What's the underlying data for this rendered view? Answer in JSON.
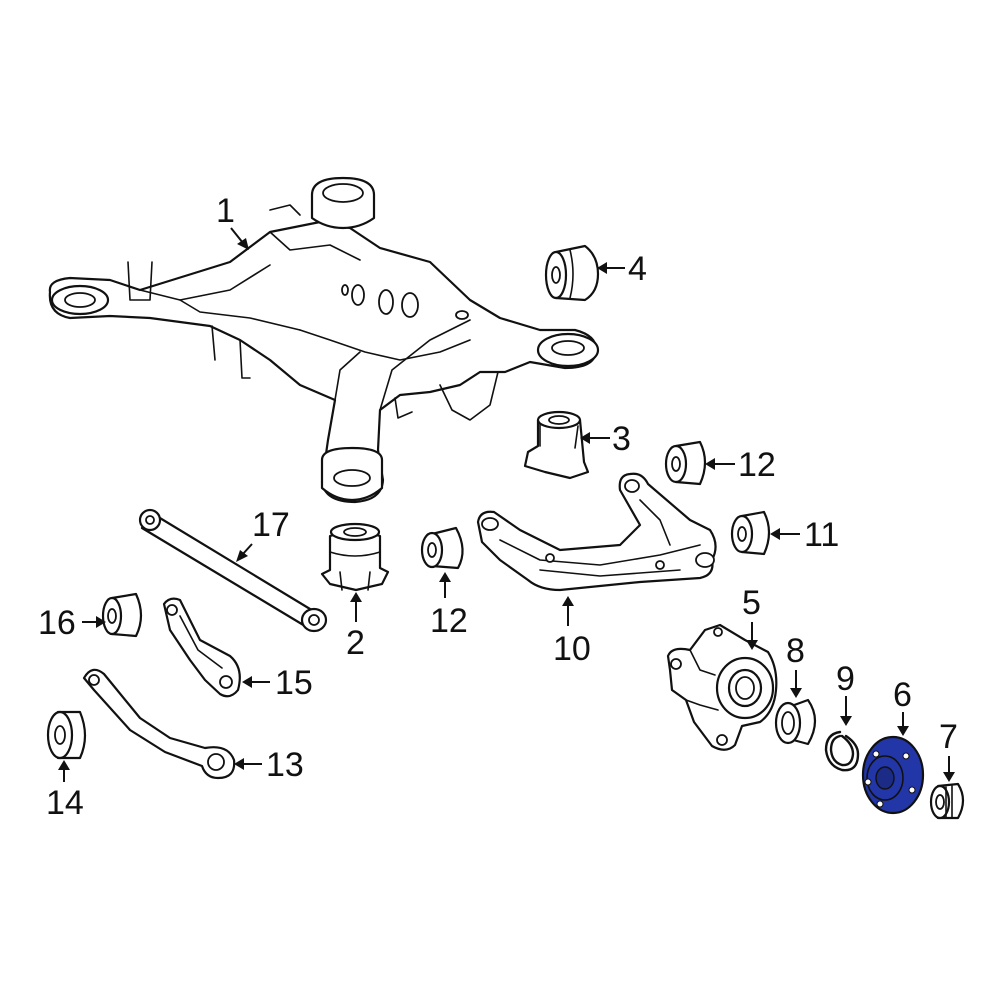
{
  "callouts": [
    {
      "id": "1",
      "label": "1"
    },
    {
      "id": "2",
      "label": "2"
    },
    {
      "id": "3",
      "label": "3"
    },
    {
      "id": "4",
      "label": "4"
    },
    {
      "id": "5",
      "label": "5"
    },
    {
      "id": "6",
      "label": "6"
    },
    {
      "id": "7",
      "label": "7"
    },
    {
      "id": "8",
      "label": "8"
    },
    {
      "id": "9",
      "label": "9"
    },
    {
      "id": "10",
      "label": "10"
    },
    {
      "id": "11",
      "label": "11"
    },
    {
      "id": "12a",
      "label": "12"
    },
    {
      "id": "12b",
      "label": "12"
    },
    {
      "id": "13",
      "label": "13"
    },
    {
      "id": "14",
      "label": "14"
    },
    {
      "id": "15",
      "label": "15"
    },
    {
      "id": "16",
      "label": "16"
    },
    {
      "id": "17",
      "label": "17"
    }
  ],
  "highlight": {
    "part": "6",
    "color": "#2236a8"
  }
}
